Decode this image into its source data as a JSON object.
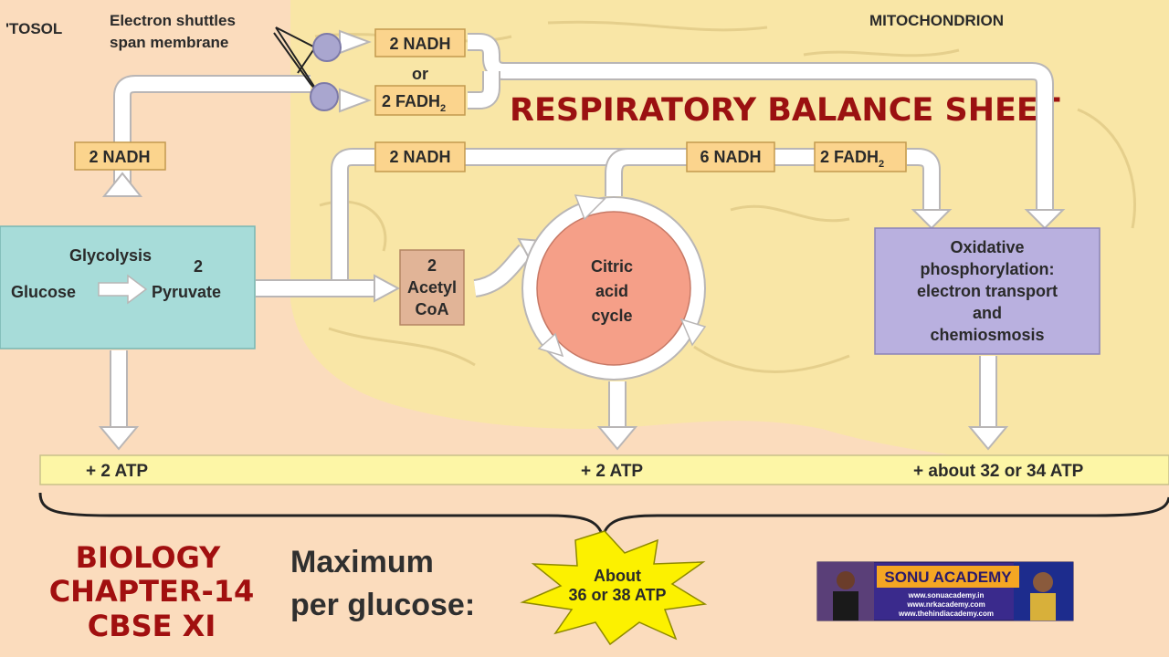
{
  "regions": {
    "cytosol": "'TOSOL",
    "mitochondrion": "MITOCHONDRION"
  },
  "title": "RESPIRATORY BALANCE SHEET",
  "shuttles": {
    "label_line1": "Electron shuttles",
    "label_line2": "span membrane",
    "nadh": "2 NADH",
    "or": "or",
    "fadh": "2 FADH",
    "fadh_sub": "2"
  },
  "glycolysis": {
    "title": "Glycolysis",
    "glucose": "Glucose",
    "pyruvate_count": "2",
    "pyruvate": "Pyruvate",
    "nadh_out": "2 NADH"
  },
  "acetyl": {
    "line1": "2",
    "line2": "Acetyl",
    "line3": "CoA",
    "nadh_out": "2 NADH"
  },
  "citric": {
    "line1": "Citric",
    "line2": "acid",
    "line3": "cycle",
    "nadh_out": "6 NADH",
    "fadh_out": "2 FADH",
    "fadh_sub": "2"
  },
  "oxphos": {
    "line1": "Oxidative",
    "line2": "phosphorylation:",
    "line3": "electron transport",
    "line4": "and",
    "line5": "chemiosmosis"
  },
  "atp_bar": {
    "glycolysis": "+ 2 ATP",
    "citric": "+ 2 ATP",
    "oxphos": "+ about 32 or 34 ATP"
  },
  "maximum": {
    "line1": "Maximum",
    "line2": "per glucose:",
    "burst_line1": "About",
    "burst_line2": "36 or 38 ATP"
  },
  "chapter": {
    "line1": "BIOLOGY",
    "line2": "CHAPTER-14",
    "line3": "CBSE XI"
  },
  "academy": {
    "name": "SONU ACADEMY",
    "site1": "www.sonuacademy.in",
    "site2": "www.nrkacademy.com",
    "site3": "www.thehindiacademy.com"
  },
  "colors": {
    "background": "#fbdcbd",
    "mitochondrion": "#f9e6a6",
    "glycolysis_box": "#a7dcd9",
    "oxphos_box": "#b9b0df",
    "citric_circle": "#f59f88",
    "acetyl_box": "#e1b497",
    "label_box": "#fbd48d",
    "atp_bar": "#fdf6a6",
    "burst": "#fcf100",
    "title": "#9b1111"
  }
}
